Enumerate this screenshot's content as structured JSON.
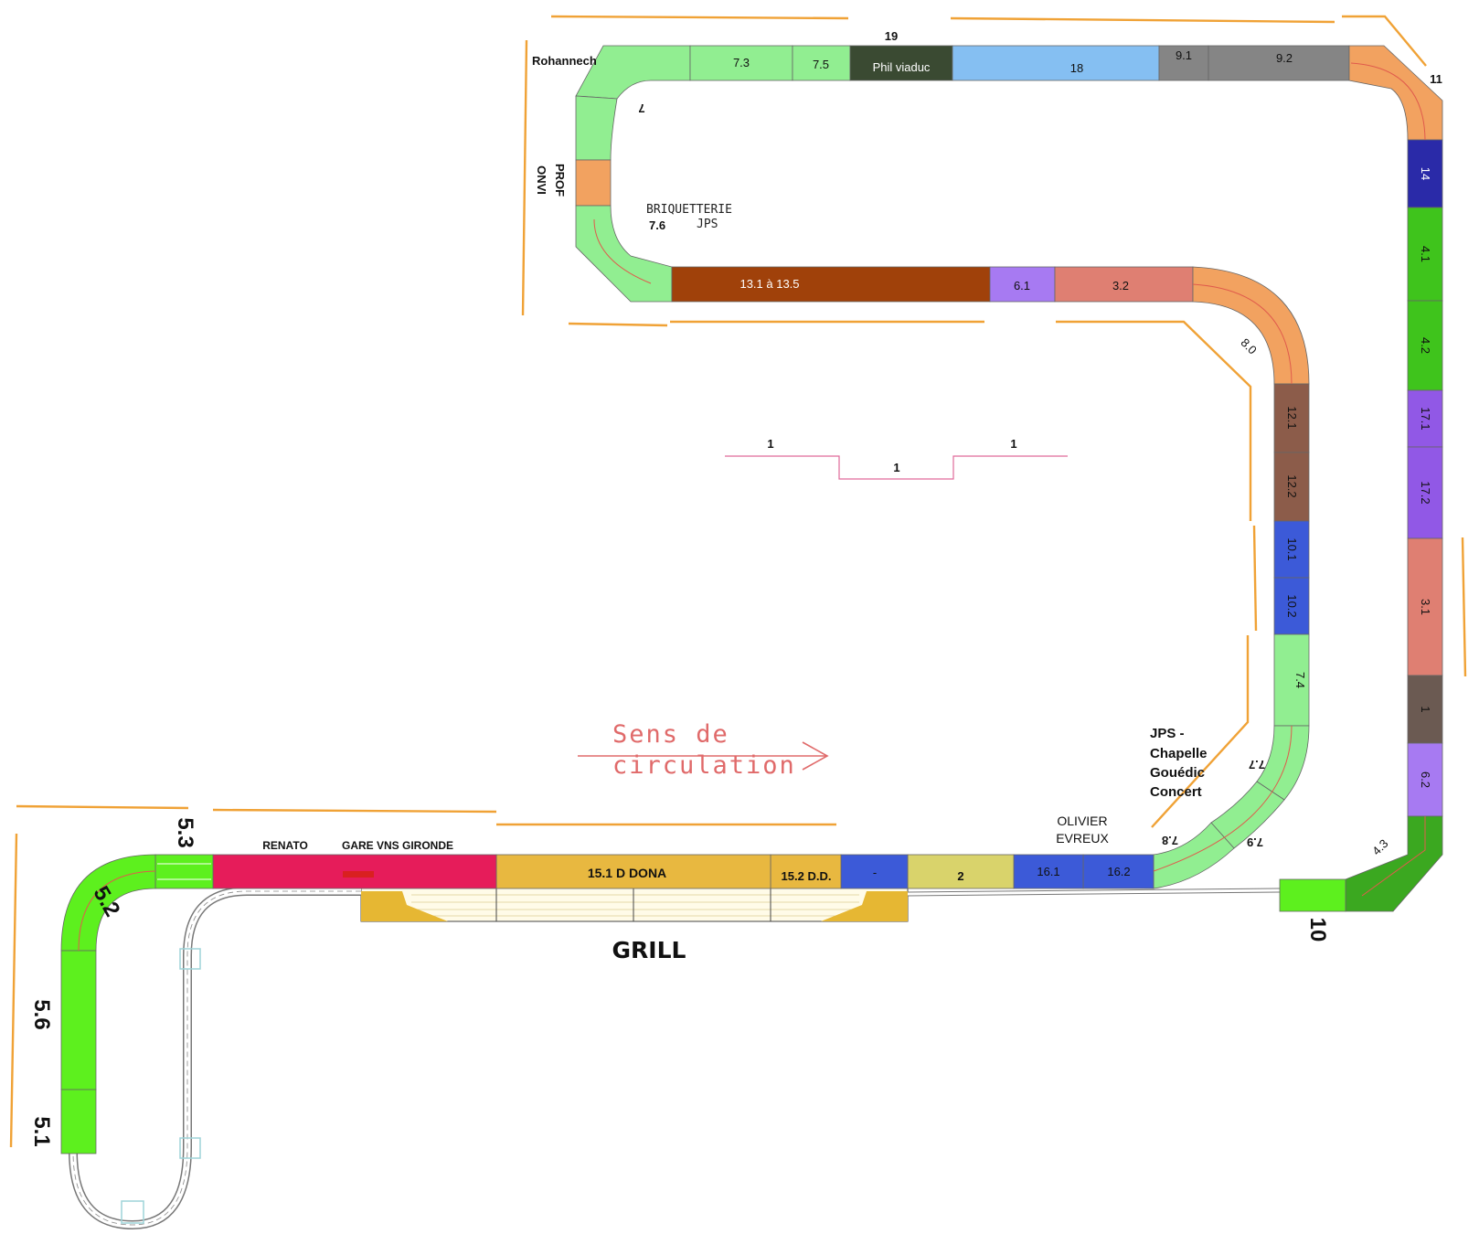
{
  "colors": {
    "light_green": "#91ee91",
    "bright_green": "#5df01e",
    "green": "#3fc41c",
    "dark_green": "#3ba820",
    "orange": "#f2a260",
    "gray": "#858585",
    "dark_olive": "#3a4a32",
    "sky_blue": "#85bff2",
    "rust": "#a0410a",
    "violet": "#a77af2",
    "purple": "#9158e6",
    "salmon": "#df7f72",
    "brown": "#8c5c4a",
    "blue": "#3c5ad8",
    "indigo": "#2a2aa8",
    "dark_gray_brown": "#6b5a52",
    "crimson": "#e61c5a",
    "gold": "#e8b840",
    "khaki": "#d9d36b",
    "track_outline": "#f0a236",
    "centerline": "#e05b4c",
    "circulation_arrow": "#e06a6a"
  },
  "labels": {
    "seg_7_3": "7.3",
    "seg_7_5": "7.5",
    "seg_19": "19",
    "seg_phil": "Phil viaduc",
    "seg_18": "18",
    "seg_9_1": "9.1",
    "seg_9_2": "9.2",
    "seg_11": "11",
    "seg_14": "14",
    "seg_4_1": "4.1",
    "seg_4_2": "4.2",
    "seg_17_1": "17.1",
    "seg_17_2": "17.2",
    "seg_3_1": "3.1",
    "seg_1_right": "1",
    "seg_6_2": "6.2",
    "seg_4_3": "4.3",
    "seg_10": "10",
    "seg_rohannech": "Rohannech",
    "seg_7": "7",
    "prof_onvi_line1": "PROF",
    "prof_onvi_line2": "ONVI",
    "briquetterie": "BRIQUETTERIE",
    "jps_small": "JPS",
    "seg_7_6": "7.6",
    "seg_13": "13.1 à 13.5",
    "seg_6_1": "6.1",
    "seg_3_2": "3.2",
    "seg_8_0": "8.0",
    "seg_12_1": "12.1",
    "seg_12_2": "12.2",
    "seg_10_1": "10.1",
    "seg_10_2": "10.2",
    "seg_7_4": "7.4",
    "seg_7_7": "7.7",
    "seg_7_8": "7.8",
    "seg_7_9": "7.9",
    "jps_chapelle_1": "JPS -",
    "jps_chapelle_2": "Chapelle",
    "jps_chapelle_3": "Gouédic",
    "jps_chapelle_4": "Concert",
    "olivier_1": "OLIVIER",
    "olivier_2": "EVREUX",
    "seg_16_1": "16.1",
    "seg_16_2": "16.2",
    "seg_2": "2",
    "seg_dot": "-",
    "seg_15_2": "15.2 D.D.",
    "seg_15_1": "15.1 D DONA",
    "gare": "GARE VNS GIRONDE",
    "renato": "RENATO",
    "seg_5_3": "5.3",
    "seg_5_2": "5.2",
    "seg_5_6": "5.6",
    "seg_5_1": "5.1",
    "grill": "GRILL",
    "sens_1": "Sens de",
    "sens_2": "circulation",
    "legend_1a": "1",
    "legend_1b": "1",
    "legend_1c": "1"
  }
}
